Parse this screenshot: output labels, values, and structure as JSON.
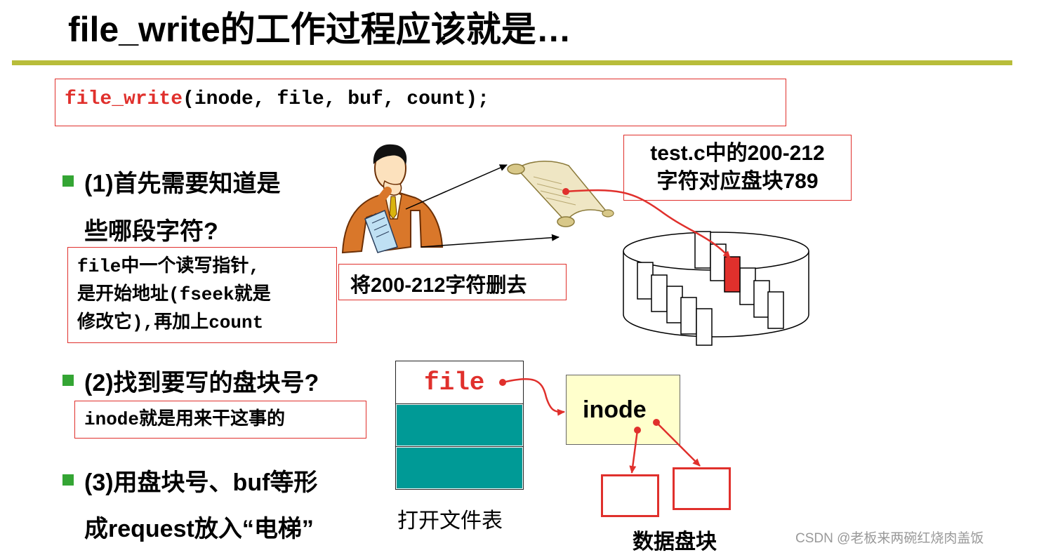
{
  "title": "file_write的工作过程应该就是…",
  "code": {
    "fn": "file_write",
    "args": "(inode, file, buf, count);"
  },
  "steps": [
    {
      "line1": "(1)首先需要知道是",
      "line2": "些哪段字符?"
    },
    {
      "line1": "(2)找到要写的盘块号?"
    },
    {
      "line1": "(3)用盘块号、buf等形",
      "line2": "成request放入“电梯”"
    }
  ],
  "notes": {
    "file_pointer": [
      "file中一个读写指针,",
      "是开始地址(fseek就是",
      "修改它),再加上count"
    ],
    "delete": "将200-212字符删去",
    "testc": [
      "test.c中的200-212",
      "字符对应盘块789"
    ],
    "inode_role": "inode就是用来干这事的"
  },
  "open_file_table": {
    "entry_label": "file",
    "caption": "打开文件表",
    "row_colors": [
      "#ffffff",
      "#009a96",
      "#009a96"
    ]
  },
  "inode_label": "inode",
  "data_blocks_caption": "数据盘块",
  "watermark": "CSDN @老板来两碗红烧肉盖饭",
  "colors": {
    "accent_red": "#e0302c",
    "rule": "#b8bd3a",
    "bullet": "#34a534",
    "inode_fill": "#ffffcc",
    "teal": "#009a96"
  }
}
